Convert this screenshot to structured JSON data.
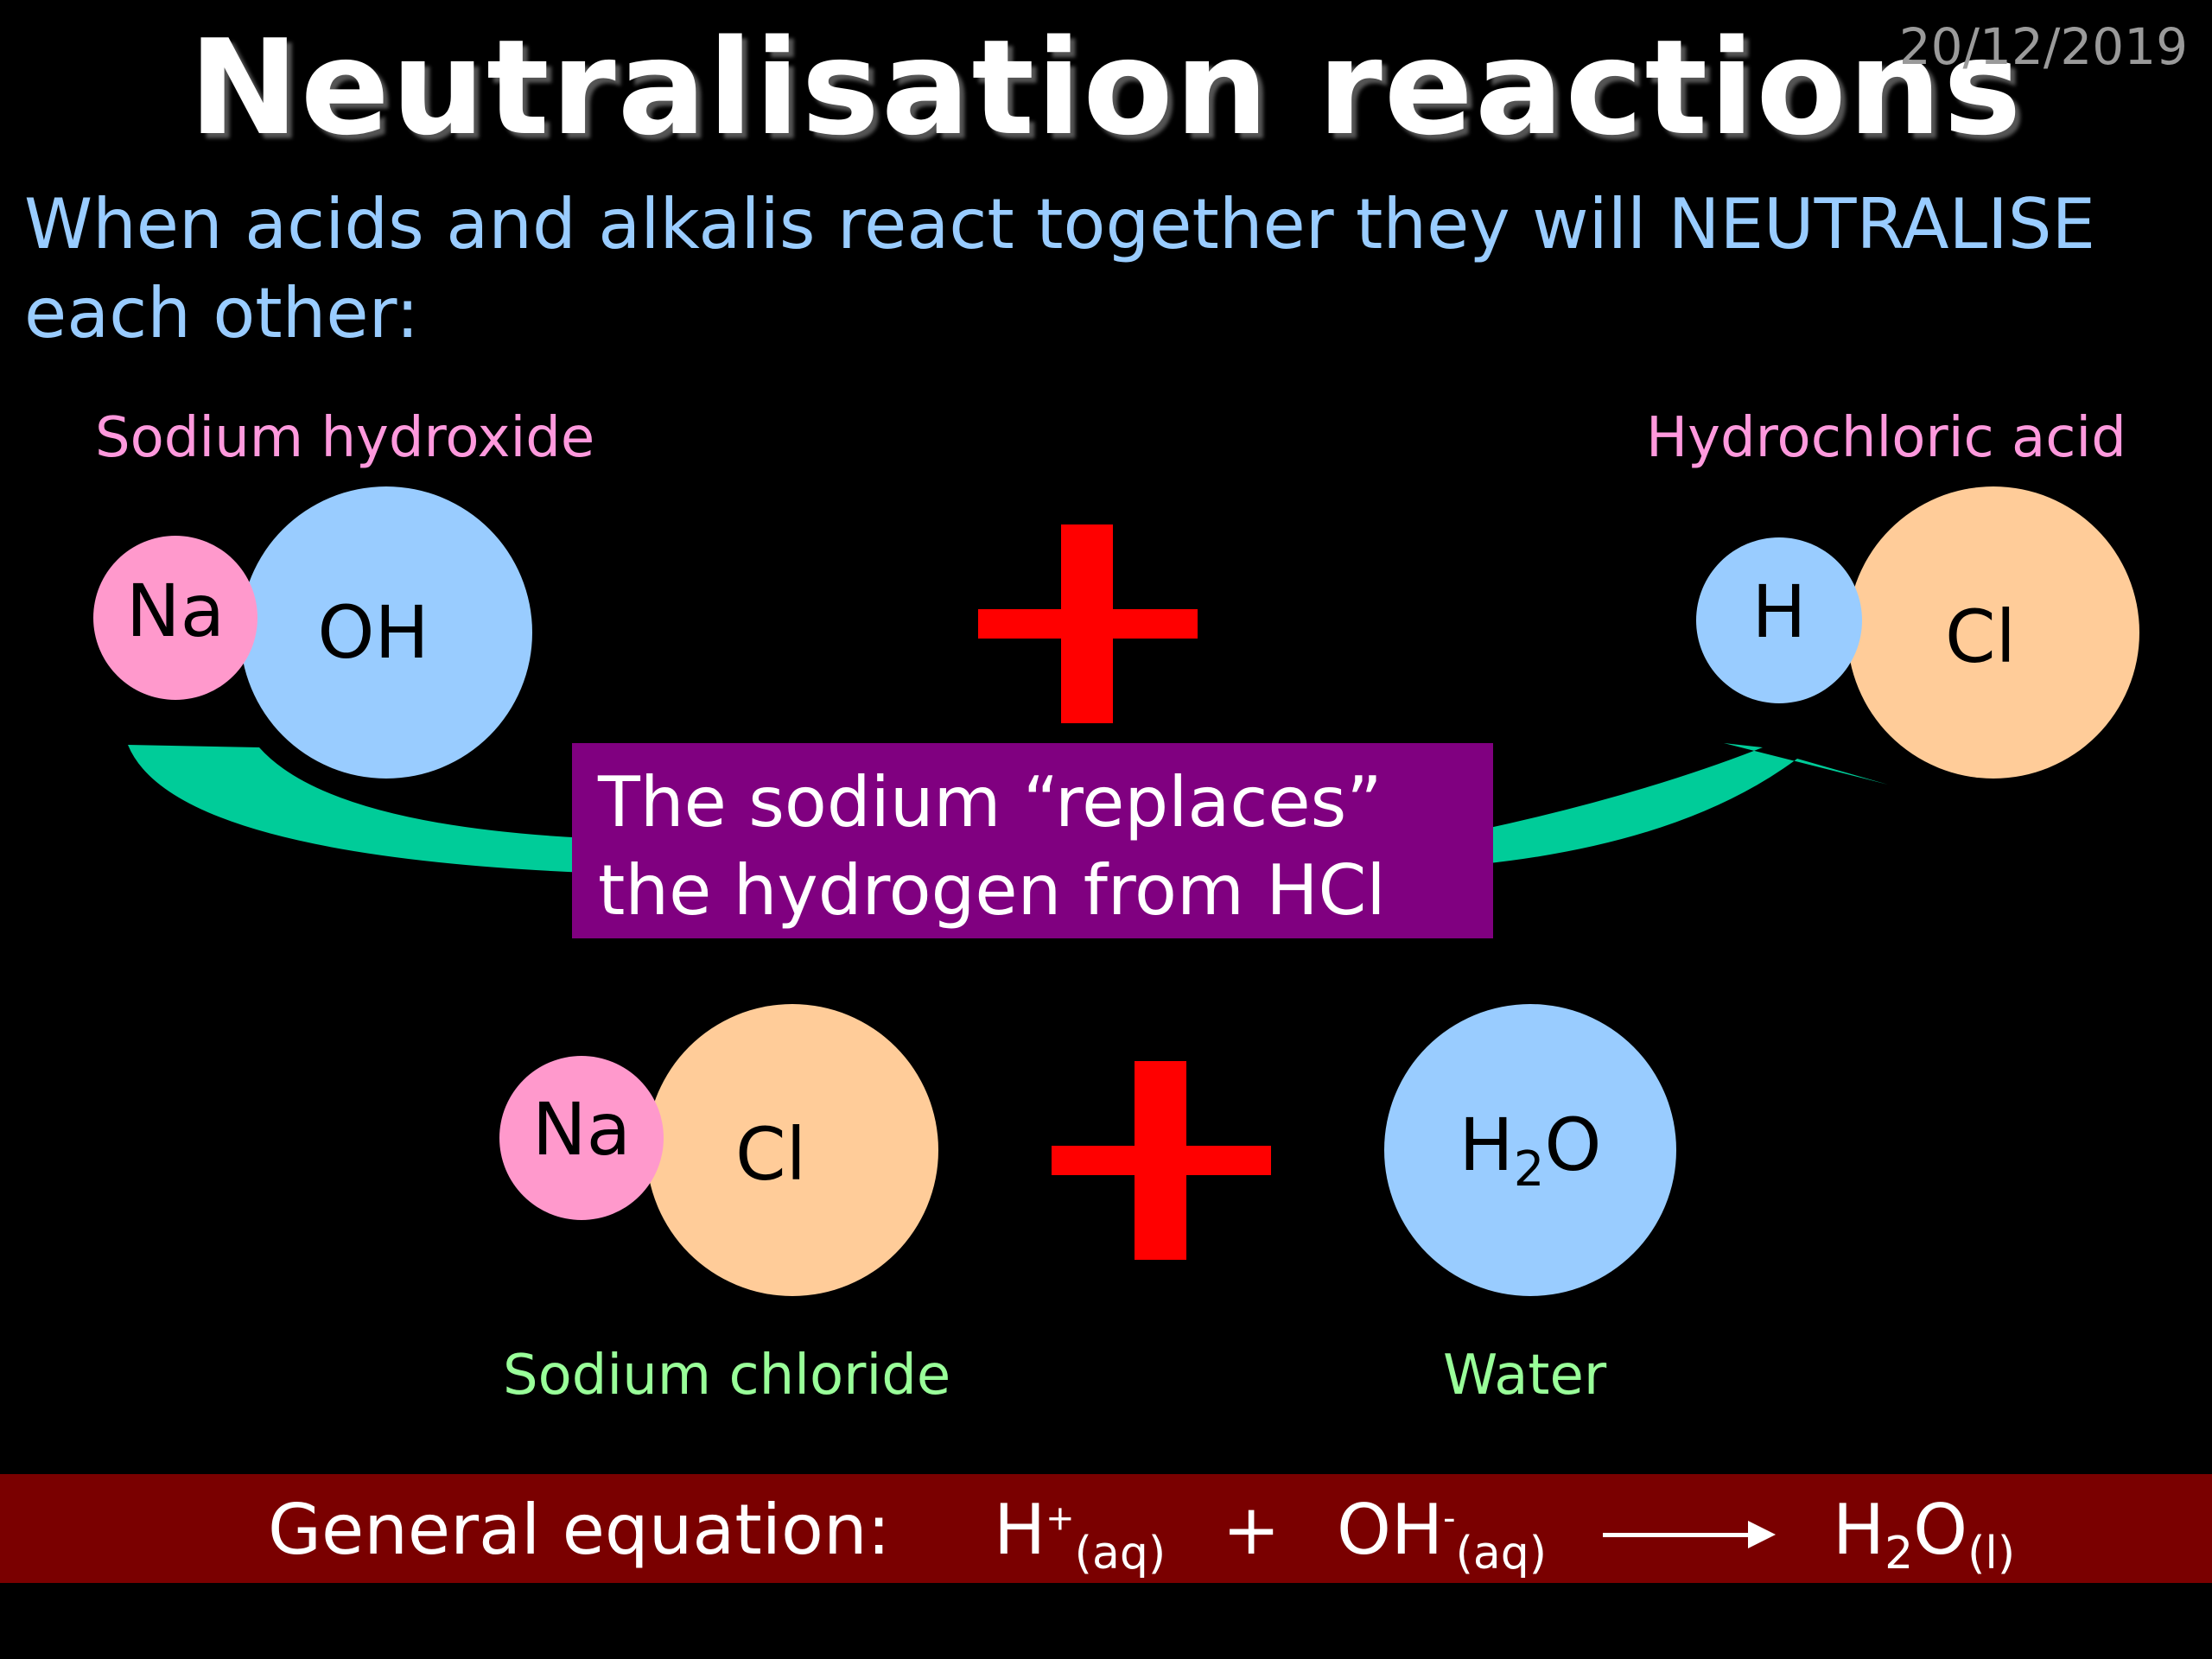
{
  "slide": {
    "title": "Neutralisation reactions",
    "date": "20/12/2019",
    "intro": "When acids and alkalis react together they will NEUTRALISE each other:"
  },
  "reactants": {
    "base_label": "Sodium hydroxide",
    "base_atoms": [
      "Na",
      "OH"
    ],
    "acid_label": "Hydrochloric acid",
    "acid_atoms": [
      "H",
      "Cl"
    ]
  },
  "callout": {
    "line1": "The sodium “replaces”",
    "line2": "the hydrogen from HCl"
  },
  "products": {
    "salt_label": "Sodium chloride",
    "salt_atoms": [
      "Na",
      "Cl"
    ],
    "water_label": "Water",
    "water_formula": {
      "base": "H",
      "sub": "2",
      "rest": "O"
    }
  },
  "equation": {
    "label": "General equation:",
    "h": "H",
    "h_charge": "+",
    "h_state": "(aq)",
    "plus": "+",
    "oh": "OH",
    "oh_charge": "-",
    "oh_state": "(aq)",
    "product_h": "H",
    "product_sub": "2",
    "product_o": "O",
    "product_state": "(l)"
  },
  "colors": {
    "background": "#000000",
    "intro_text": "#99ccff",
    "reactant_labels": "#ff99dd",
    "product_labels": "#99ff99",
    "sodium": "#ff99cc",
    "hydroxide_hydrogen_water": "#99ccff",
    "chlorine": "#ffcc99",
    "plus_sign": "#ff0000",
    "arrow": "#00cc99",
    "callout_bg": "#800080",
    "equation_bar": "#7a0000"
  }
}
